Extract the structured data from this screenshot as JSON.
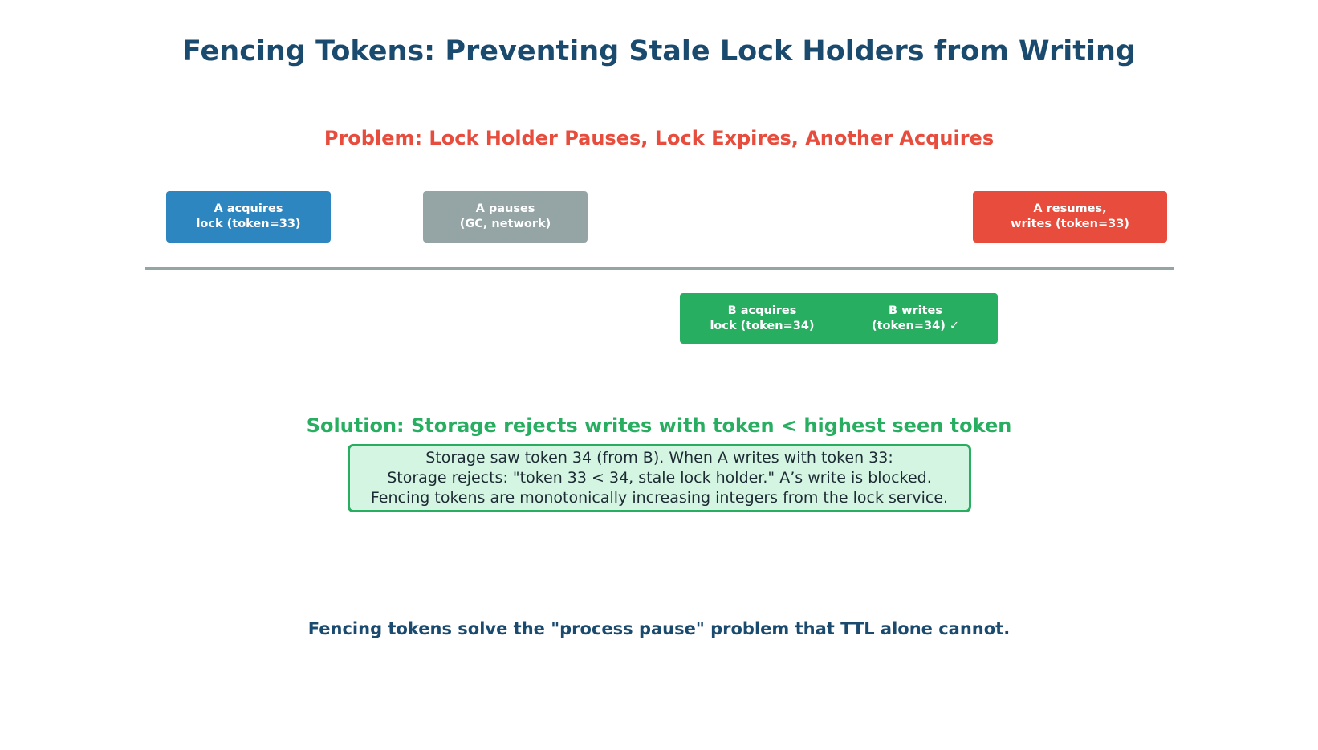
{
  "title": "Fencing Tokens: Preventing Stale Lock Holders from Writing",
  "problem": {
    "heading": "Problem: Lock Holder Pauses, Lock Expires, Another Acquires",
    "color": "#e74c3c",
    "events_above_timeline": [
      {
        "line1": "A acquires",
        "line2": "lock (token=33)",
        "color": "#2e86c1"
      },
      {
        "line1": "A pauses",
        "line2": "(GC, network)",
        "color": "#95a5a6"
      },
      {
        "line1": "A resumes,",
        "line2": "writes (token=33)",
        "color": "#e74c3c"
      }
    ],
    "events_below_timeline": [
      {
        "line1": "B acquires",
        "line2": "lock (token=34)",
        "color": "#27ae60"
      },
      {
        "line1": "B writes",
        "line2": "(token=34) ✓",
        "color": "#27ae60"
      }
    ],
    "timeline_color": "#95a5a6"
  },
  "solution": {
    "heading": "Solution: Storage rejects writes with token < highest seen token",
    "color": "#27ae60",
    "box_lines": [
      "Storage saw token 34 (from B). When A writes with token 33:",
      "Storage rejects: \"token 33 < 34, stale lock holder.\" A’s write is blocked.",
      "Fencing tokens are monotonically increasing integers from the lock service."
    ],
    "box_fill": "#d5f5e3",
    "box_border": "#27ae60"
  },
  "footer": "Fencing tokens solve the \"process pause\" problem that TTL alone cannot."
}
